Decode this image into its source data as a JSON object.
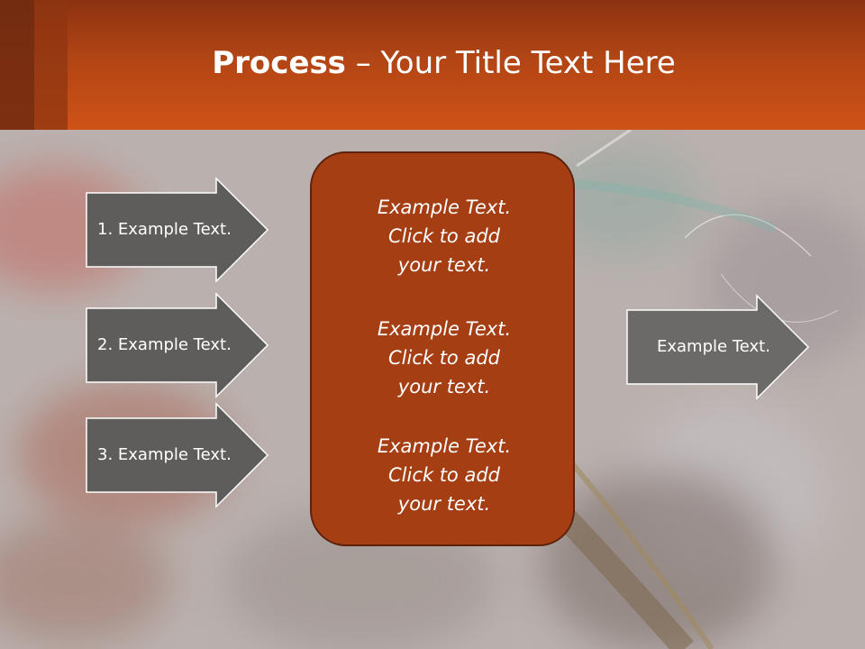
{
  "title": {
    "bold": "Process",
    "rest": " – Your Title Text Here"
  },
  "inputs": [
    {
      "label": "1. Example Text."
    },
    {
      "label": "2. Example Text."
    },
    {
      "label": "3. Example Text."
    }
  ],
  "center": {
    "paragraphs": [
      {
        "line1": "Example Text.",
        "line2": "Click  to add",
        "line3": "your text."
      },
      {
        "line1": "Example Text.",
        "line2": "Click  to add",
        "line3": "your text."
      },
      {
        "line1": "Example Text.",
        "line2": "Click  to add",
        "line3": "your text."
      }
    ]
  },
  "output": {
    "label": "Example Text."
  },
  "colors": {
    "header": "#c24b16",
    "arrow_fill": "#5f5d5c",
    "output_fill": "#6b6a69",
    "center_fill": "#a53e12"
  }
}
